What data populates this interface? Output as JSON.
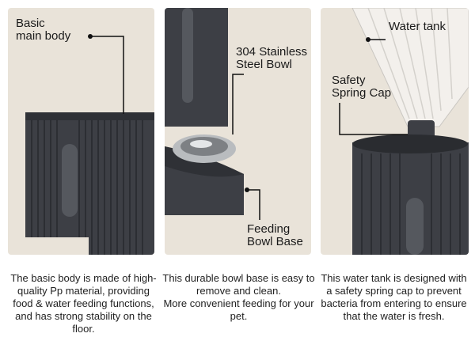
{
  "panels": [
    {
      "label": "Basic\nmain body",
      "caption": "The basic body is made of high-quality Pp material, providing food & water feeding functions, and has strong stability on the floor."
    },
    {
      "label_top": "304 Stainless\nSteel Bowl",
      "label_bottom": "Feeding\nBowl Base",
      "caption": "This durable bowl base is easy to remove and clean.\nMore convenient feeding for your pet."
    },
    {
      "label_top": "Water tank",
      "label_mid": "Safety\nSpring Cap",
      "caption": "This water tank is designed with a safety spring cap to prevent bacteria from entering to ensure that the water is fresh."
    }
  ],
  "colors": {
    "panel_bg": "#e9e3d9",
    "product_dark": "#3d3f45",
    "accent_glow": "#2fd0e8"
  }
}
